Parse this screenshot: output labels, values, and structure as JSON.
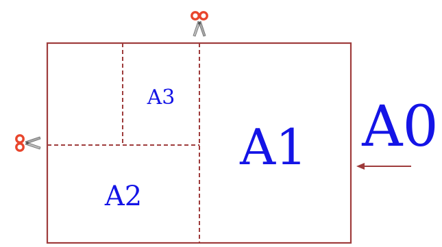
{
  "colors": {
    "line": "#9e3b3b",
    "text": "#1414e6",
    "scissors_blade": "#9a9a9a",
    "scissors_handle": "#e8452c"
  },
  "labels": {
    "a0": "A0",
    "a1": "A1",
    "a2": "A2",
    "a3": "A3"
  },
  "icons": {
    "cut_top": "scissors-icon",
    "cut_left": "scissors-icon",
    "arrow": "arrow-left-icon"
  }
}
